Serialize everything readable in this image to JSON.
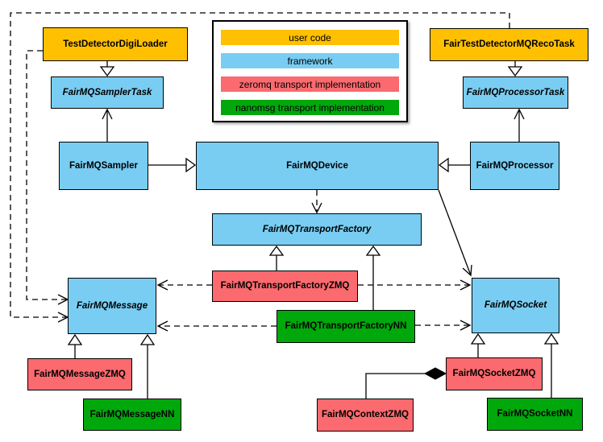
{
  "colors": {
    "user_code": "#FFC001",
    "framework": "#79CDF2",
    "zeromq": "#FA6A6E",
    "nanomsg": "#00A80B",
    "border": "#000000"
  },
  "legend": {
    "items": [
      {
        "label": "user code",
        "color": "#FFC001"
      },
      {
        "label": "framework",
        "color": "#79CDF2"
      },
      {
        "label": "zeromq transport implementation",
        "color": "#FA6A6E"
      },
      {
        "label": "nanomsg transport implementation",
        "color": "#00A80B"
      }
    ]
  },
  "nodes": {
    "testDetectorDigiLoader": {
      "label": "TestDetectorDigiLoader",
      "category": "user code"
    },
    "fairTestDetectorMQRecoTask": {
      "label": "FairTestDetectorMQRecoTask",
      "category": "user code"
    },
    "fairMQSamplerTask": {
      "label": "FairMQSamplerTask",
      "category": "framework",
      "abstract": true
    },
    "fairMQProcessorTask": {
      "label": "FairMQProcessorTask",
      "category": "framework",
      "abstract": true
    },
    "fairMQSampler": {
      "label": "FairMQSampler",
      "category": "framework"
    },
    "fairMQDevice": {
      "label": "FairMQDevice",
      "category": "framework"
    },
    "fairMQProcessor": {
      "label": "FairMQProcessor",
      "category": "framework"
    },
    "fairMQTransportFactory": {
      "label": "FairMQTransportFactory",
      "category": "framework",
      "abstract": true
    },
    "fairMQTransportFactoryZMQ": {
      "label": "FairMQTransportFactoryZMQ",
      "category": "zeromq"
    },
    "fairMQTransportFactoryNN": {
      "label": "FairMQTransportFactoryNN",
      "category": "nanomsg"
    },
    "fairMQMessage": {
      "label": "FairMQMessage",
      "category": "framework",
      "abstract": true
    },
    "fairMQSocket": {
      "label": "FairMQSocket",
      "category": "framework",
      "abstract": true
    },
    "fairMQMessageZMQ": {
      "label": "FairMQMessageZMQ",
      "category": "zeromq"
    },
    "fairMQMessageNN": {
      "label": "FairMQMessageNN",
      "category": "nanomsg"
    },
    "fairMQContextZMQ": {
      "label": "FairMQContextZMQ",
      "category": "zeromq"
    },
    "fairMQSocketZMQ": {
      "label": "FairMQSocketZMQ",
      "category": "zeromq"
    },
    "fairMQSocketNN": {
      "label": "FairMQSocketNN",
      "category": "nanomsg"
    }
  }
}
